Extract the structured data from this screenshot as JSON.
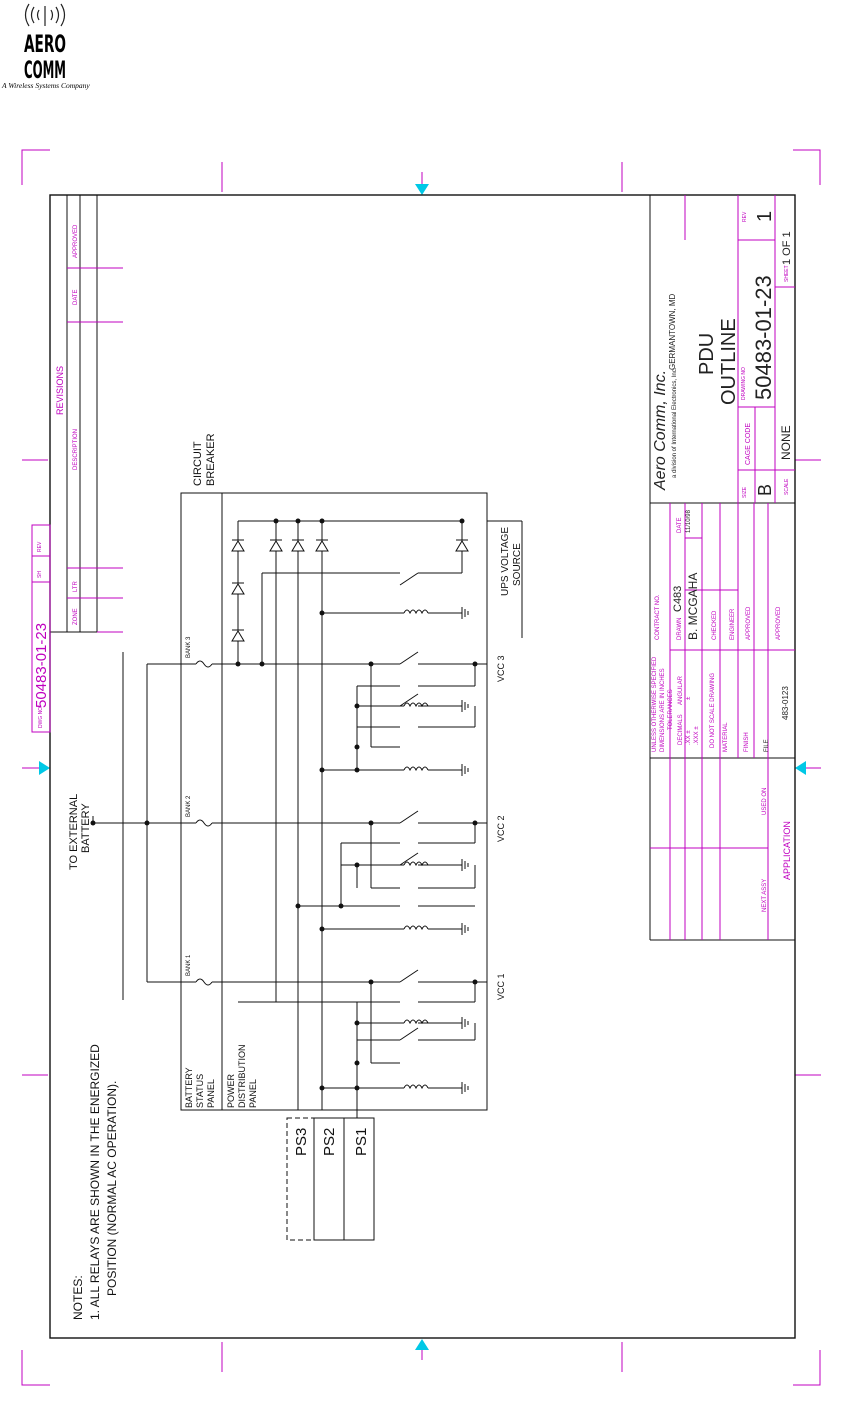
{
  "logo": {
    "line1": "AERO",
    "line2": "COMM",
    "tagline": "A Wireless Systems Company"
  },
  "colors": {
    "border_magenta": "#c000c0",
    "marker_cyan": "#00c8e6",
    "ink": "#111111"
  },
  "revision_block": {
    "title": "REVISIONS",
    "columns": [
      "DESCRIPTION",
      "DATE",
      "APPROVED"
    ],
    "aux_columns": [
      "ZONE",
      "LTR"
    ],
    "dwg_no_label": "DWG NO",
    "dwg_no": "50483-01-23",
    "sh_label": "SH",
    "rev_label": "REV"
  },
  "notes": {
    "title": "NOTES:",
    "line1": "1.  ALL RELAYS ARE SHOWN IN THE ENERGIZED",
    "line2": "POSITION (NORMAL AC OPERATION)."
  },
  "schematic": {
    "external_battery_line1": "TO EXTERNAL",
    "external_battery_line2": "BATTERY",
    "circuit_breaker_line1": "CIRCUIT",
    "circuit_breaker_line2": "BREAKER",
    "ups_line1": "UPS VOLTAGE",
    "ups_line2": "SOURCE",
    "banks": [
      "BANK 1",
      "BANK 2",
      "BANK 3"
    ],
    "vcc": [
      "VCC 1",
      "VCC 2",
      "VCC 3"
    ],
    "battery_panel": [
      "BATTERY",
      "STATUS",
      "PANEL"
    ],
    "pdp_panel": [
      "POWER",
      "DISTRIBUTION",
      "PANEL"
    ],
    "power_supplies": [
      "PS1",
      "PS2",
      "PS3"
    ]
  },
  "title_block": {
    "company": "Aero Comm, Inc.",
    "division": "a division of International Electronics, Inc.",
    "location": "GERMANTOWN, MD",
    "title_line1": "PDU",
    "title_line2": "OUTLINE",
    "size_label": "SIZE",
    "size": "B",
    "cage_label": "CAGE CODE",
    "dwg_label": "DRAWING NO",
    "dwg_no": "50483-01-23",
    "rev_label": "REV",
    "rev": "1",
    "scale_label": "SCALE",
    "scale": "NONE",
    "sheet_label": "SHEET",
    "sheet": "1 OF 1",
    "contract_label": "CONTRACT NO.",
    "contract": "C483",
    "drawn_label": "DRAWN",
    "drawn_by": "B. MCGAHA",
    "date_label": "DATE",
    "date": "11/10/98",
    "checked_label": "CHECKED",
    "engineer_label": "ENGINEER",
    "approved_label": "APPROVED",
    "approved2_label": "APPROVED",
    "tol_line1": "UNLESS OTHERWISE SPECIFIED",
    "tol_line2": "DIMENSIONS ARE IN INCHES",
    "tol_line3": "TOLERANCES",
    "tol_decimals": "DECIMALS",
    "tol_angular": "ANGULAR",
    "tol_xx": ".XX  ±",
    "tol_xxx": ".XXX ±",
    "tol_ang_val": "±",
    "tol_noscale": "DO NOT SCALE DRAWING",
    "material_label": "MATERIAL",
    "finish_label": "FINISH",
    "file_label": "FILE",
    "file": "483-0123",
    "next_assy_label": "NEXT ASSY",
    "used_on_label": "USED ON",
    "application_label": "APPLICATION"
  }
}
